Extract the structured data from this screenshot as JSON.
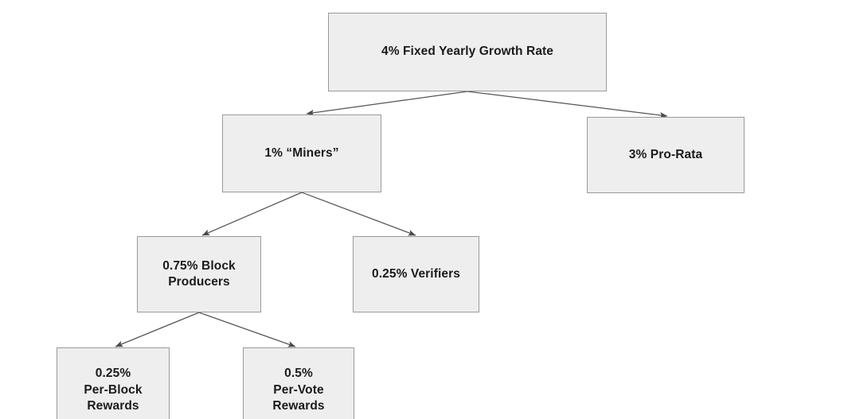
{
  "diagram": {
    "type": "tree",
    "background_color": "#ffffff",
    "node_fill_color": "#eeeeee",
    "node_border_color": "#9a9a9a",
    "edge_color": "#555555",
    "text_color": "#1b1b1b",
    "nodes": [
      {
        "id": "root",
        "label": "4% Fixed Yearly Growth Rate",
        "level": 0
      },
      {
        "id": "miners",
        "label": "1% “Miners”",
        "level": 1
      },
      {
        "id": "prorata",
        "label": "3% Pro-Rata",
        "level": 1
      },
      {
        "id": "block-producers",
        "label": "0.75% Block\nProducers",
        "level": 2
      },
      {
        "id": "verifiers",
        "label": "0.25% Verifiers",
        "level": 2
      },
      {
        "id": "per-block-rewards",
        "label": "0.25%\nPer-Block\nRewards",
        "level": 3
      },
      {
        "id": "per-vote-rewards",
        "label": "0.5%\nPer-Vote\nRewards",
        "level": 3
      }
    ],
    "edges": [
      {
        "from": "root",
        "to": "miners"
      },
      {
        "from": "root",
        "to": "prorata"
      },
      {
        "from": "miners",
        "to": "block-producers"
      },
      {
        "from": "miners",
        "to": "verifiers"
      },
      {
        "from": "block-producers",
        "to": "per-block-rewards"
      },
      {
        "from": "block-producers",
        "to": "per-vote-rewards"
      }
    ]
  }
}
